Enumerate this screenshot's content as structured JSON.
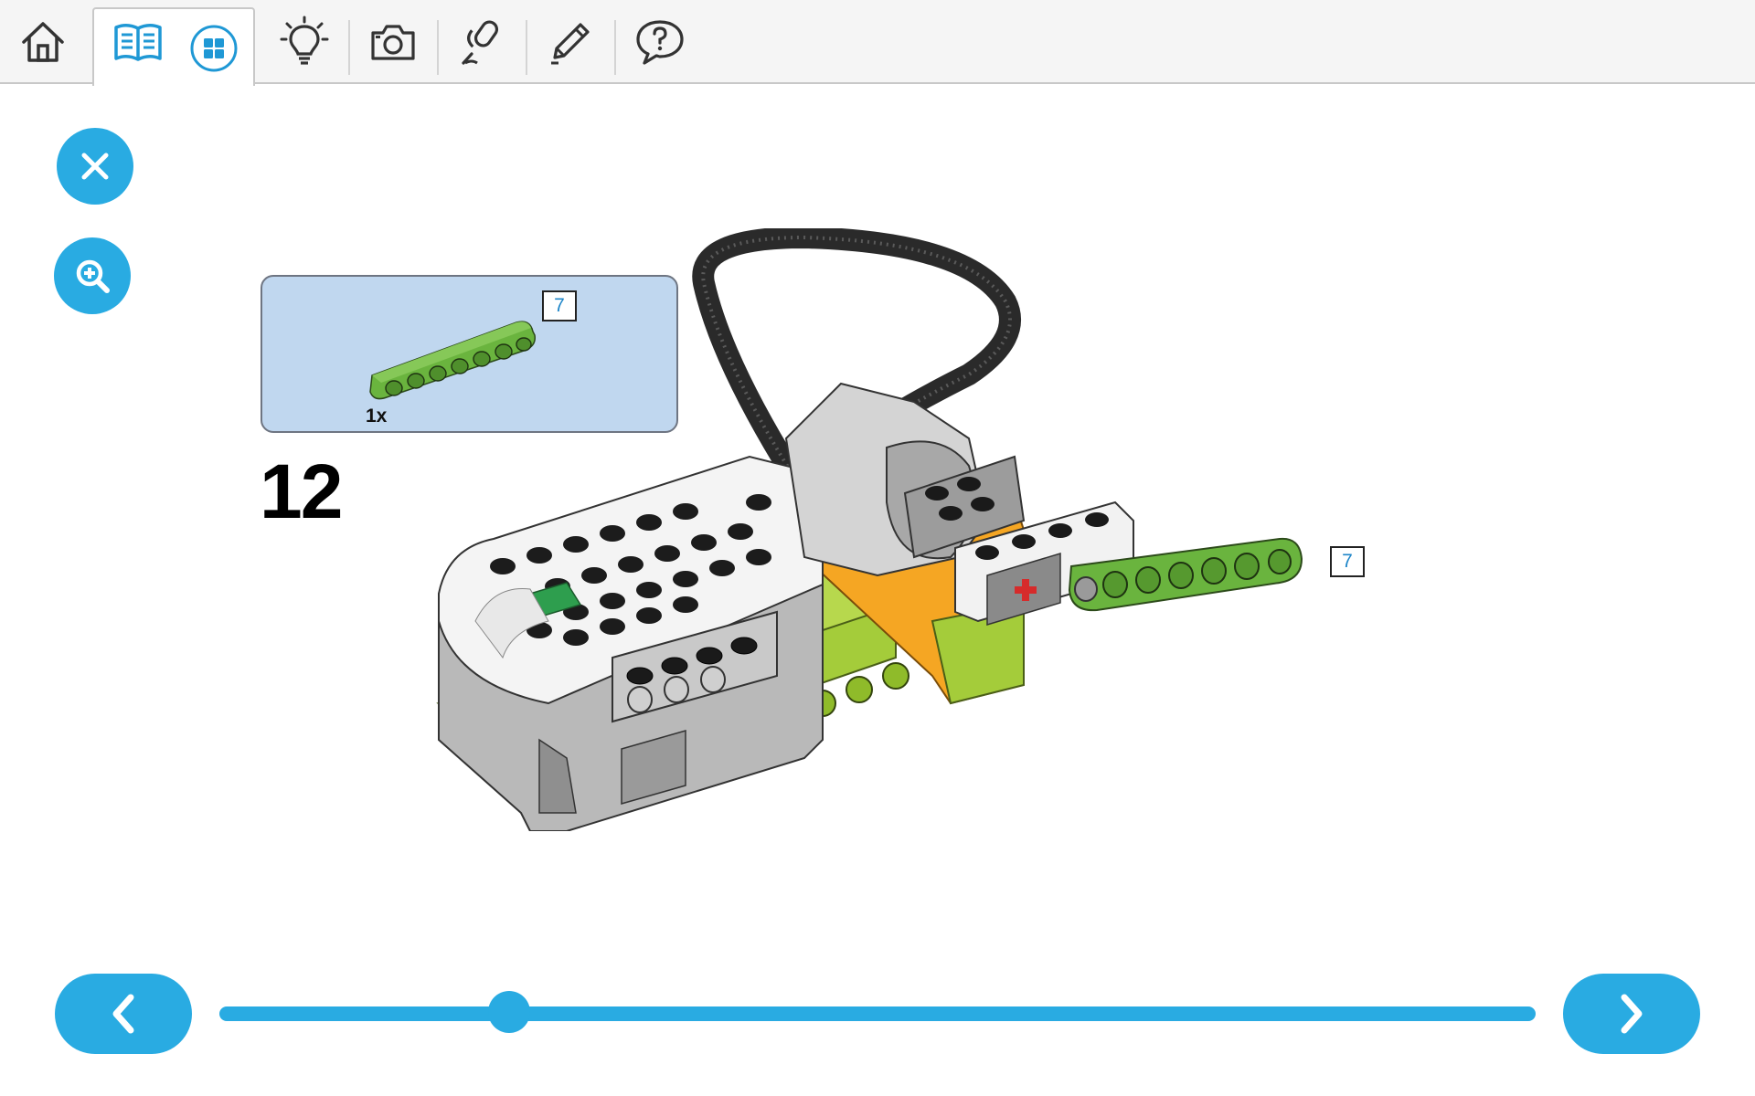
{
  "toolbar": {
    "items": [
      {
        "name": "home",
        "icon": "home-icon"
      },
      {
        "name": "building-instructions",
        "icon": "book-icon",
        "active": true
      },
      {
        "name": "gallery",
        "icon": "grid-icon"
      },
      {
        "name": "ideas",
        "icon": "lightbulb-icon"
      },
      {
        "name": "camera",
        "icon": "camera-icon"
      },
      {
        "name": "record",
        "icon": "microphone-icon"
      },
      {
        "name": "notes",
        "icon": "pencil-icon"
      },
      {
        "name": "help",
        "icon": "help-icon"
      }
    ]
  },
  "controls": {
    "close_icon": "close-icon",
    "zoom_icon": "zoom-in-icon"
  },
  "parts_panel": {
    "quantity": "1x",
    "beam_length": "7",
    "beam_color": "#6ab43e"
  },
  "step": {
    "number": "12",
    "beam_length_label": "7"
  },
  "navigation": {
    "prev_icon": "chevron-left-icon",
    "next_icon": "chevron-right-icon",
    "progress": 0.22
  },
  "colors": {
    "accent": "#29abe2",
    "panel_bg": "#c0d7ef",
    "lime": "#a4cc3a",
    "beam_green": "#6ab43e",
    "orange": "#f5a623"
  }
}
